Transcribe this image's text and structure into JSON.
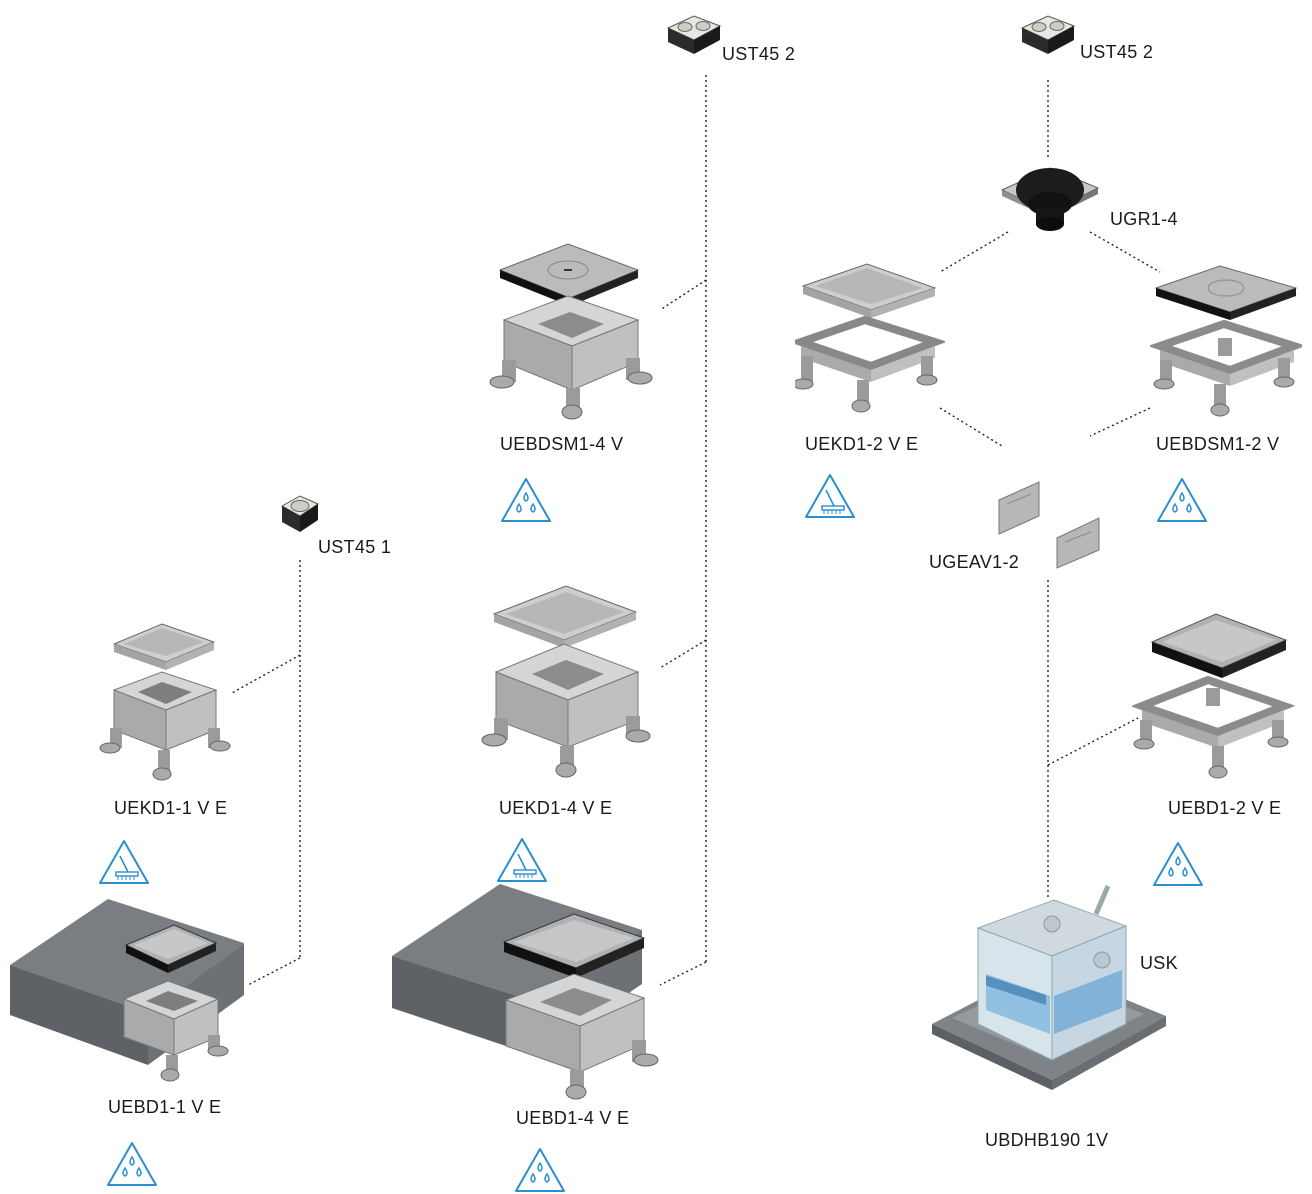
{
  "products": {
    "ust45_2_a": "UST45 2",
    "ust45_2_b": "UST45 2",
    "ugr1_4": "UGR1-4",
    "uebdsm1_4_v": "UEBDSM1-4 V",
    "uekd1_2_v_e": "UEKD1-2 V E",
    "uebdsm1_2_v": "UEBDSM1-2 V",
    "ust45_1": "UST45 1",
    "ugeav1_2": "UGEAV1-2",
    "uekd1_1_v_e": "UEKD1-1 V E",
    "uekd1_4_v_e": "UEKD1-4 V E",
    "uebd1_2_v_e": "UEBD1-2 V E",
    "usk": "USK",
    "uebd1_1_v_e": "UEBD1-1 V E",
    "uebd1_4_v_e": "UEBD1-4 V E",
    "ubdhb190_1v": "UBDHB190 1V"
  },
  "icons": {
    "water": "water-drops-icon",
    "cleaning": "cleaning-brush-icon",
    "accent": "#2a8fd0"
  }
}
